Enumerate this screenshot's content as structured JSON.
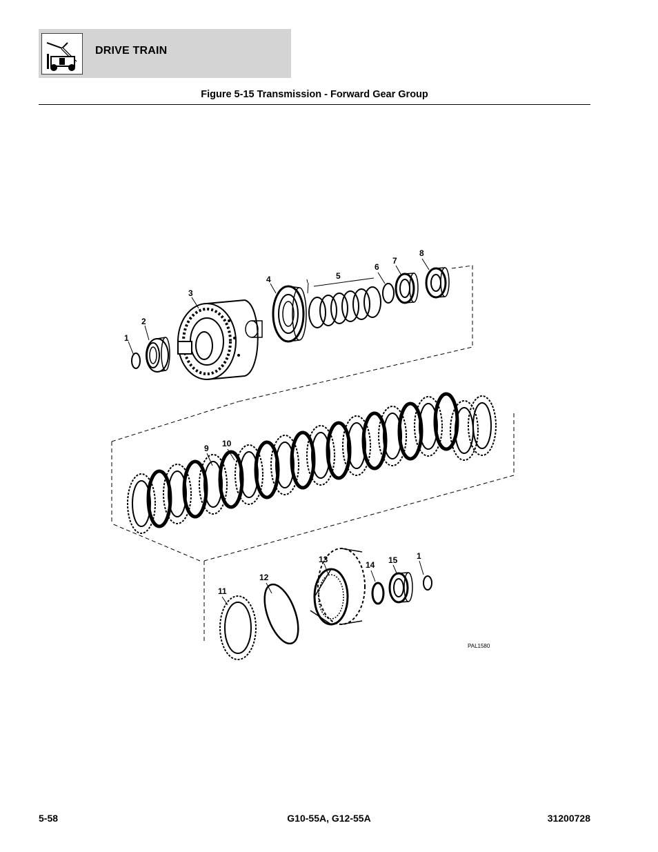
{
  "header": {
    "section_title": "DRIVE TRAIN",
    "logo_icon": "forklift-icon"
  },
  "figure": {
    "title": "Figure 5-15 Transmission - Forward Gear Group",
    "ref_code": "PAL1580",
    "callouts": {
      "c1a": "1",
      "c2": "2",
      "c3": "3",
      "c4": "4",
      "c5": "5",
      "c6": "6",
      "c7": "7",
      "c8": "8",
      "c9": "9",
      "c10": "10",
      "c11": "11",
      "c12": "12",
      "c13": "13",
      "c14": "14",
      "c15": "15",
      "c1b": "1"
    }
  },
  "footer": {
    "page_number": "5-58",
    "models": "G10-55A, G12-55A",
    "doc_number": "31200728"
  }
}
